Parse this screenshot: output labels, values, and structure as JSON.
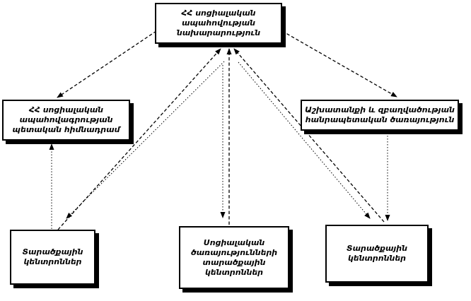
{
  "diagram": {
    "description": "Organizational chart of the social security system of the Republic of Armenia",
    "colors": {
      "background": "#ffffff",
      "box_fill": "#ffffff",
      "box_border": "#000000",
      "box_shadow": "#000000",
      "arrow": "#000000"
    },
    "nodes": {
      "ministry": {
        "lines": [
          "ՀՀ սոցիալական",
          "ապահովության",
          "նախարարություն"
        ]
      },
      "insurance_fund": {
        "lines": [
          "ՀՀ սոցիալական",
          "ապահովագրության",
          "պետական հիմնադրամ"
        ]
      },
      "employment_service": {
        "lines": [
          "Աշխատանքի և զբաղվածության",
          "հանրապետական ծառայություն"
        ]
      },
      "territorial_centers_left": {
        "lines": [
          "Տարածքային",
          "կենտրոններ"
        ]
      },
      "social_services_centers": {
        "lines": [
          "Սոցիալական",
          "ծառայությունների",
          "տարածքային",
          "կենտրոններ"
        ]
      },
      "territorial_centers_right": {
        "lines": [
          "Տարածքային",
          "կենտրոններ"
        ]
      }
    },
    "edges": [
      {
        "from": "ministry",
        "to": "insurance_fund",
        "style": "dashed"
      },
      {
        "from": "ministry",
        "to": "employment_service",
        "style": "dashed"
      },
      {
        "from": "territorial_centers_left",
        "to": "ministry",
        "style": "dashed"
      },
      {
        "from": "ministry",
        "to": "territorial_centers_left",
        "style": "dotted"
      },
      {
        "from": "social_services_centers",
        "to": "ministry",
        "style": "dashed"
      },
      {
        "from": "ministry",
        "to": "social_services_centers",
        "style": "dotted"
      },
      {
        "from": "territorial_centers_right",
        "to": "ministry",
        "style": "dashed"
      },
      {
        "from": "ministry",
        "to": "territorial_centers_right",
        "style": "dotted"
      },
      {
        "from": "territorial_centers_left",
        "to": "insurance_fund",
        "style": "dotted"
      },
      {
        "from": "employment_service",
        "to": "territorial_centers_right",
        "style": "dotted"
      }
    ]
  }
}
